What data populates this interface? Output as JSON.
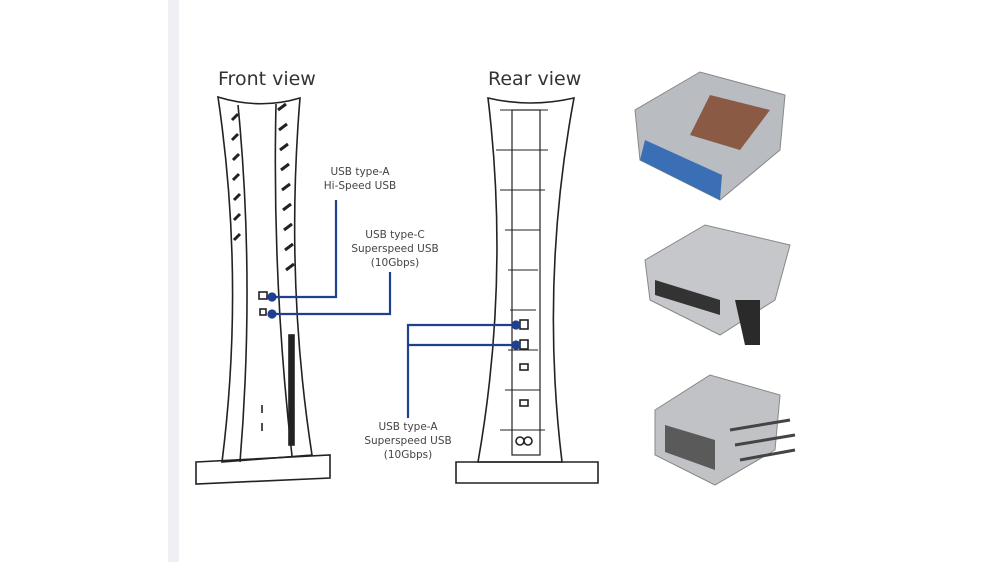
{
  "front_title": "Front view",
  "rear_title": "Rear view",
  "labels": {
    "usb_a_hispeed": [
      "USB type-A",
      "Hi-Speed USB"
    ],
    "usb_c": [
      "USB type-C",
      "Superspeed USB",
      "(10Gbps)"
    ],
    "usb_a_superspeed": [
      "USB type-A",
      "Superspeed USB",
      "(10Gbps)"
    ]
  },
  "colors": {
    "callout": "#1f3f8f",
    "outline": "#222222"
  }
}
